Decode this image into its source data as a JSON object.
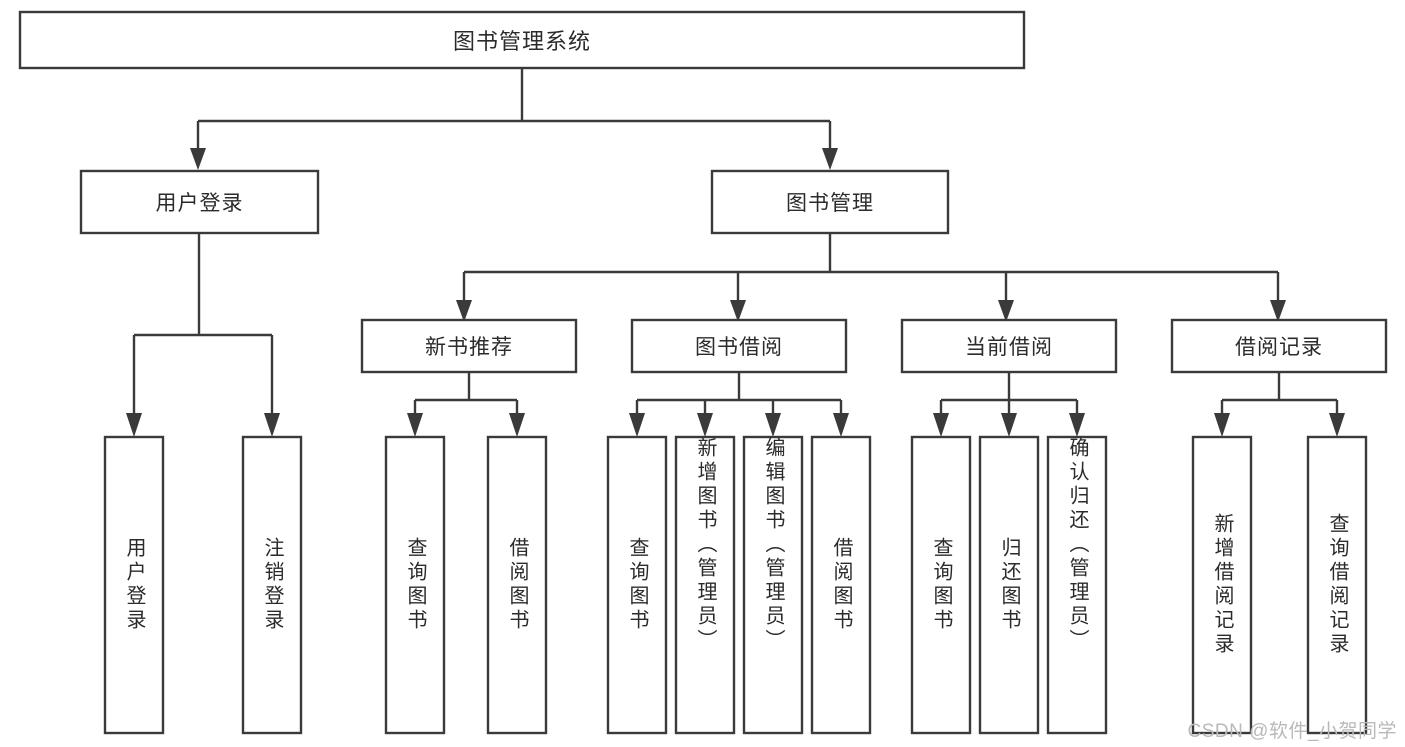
{
  "chart_data": {
    "type": "diagram",
    "diagram_kind": "tree",
    "title": "图书管理系统",
    "orientation": "top-down",
    "levels": 4
  },
  "diagram": {
    "root": {
      "id": "root",
      "label": "图书管理系统",
      "orientation": "horizontal"
    },
    "level2": [
      {
        "id": "user-login",
        "label": "用户登录",
        "orientation": "horizontal"
      },
      {
        "id": "book-manage",
        "label": "图书管理",
        "orientation": "horizontal"
      }
    ],
    "level3": [
      {
        "id": "new-book-rec",
        "label": "新书推荐",
        "orientation": "horizontal"
      },
      {
        "id": "book-borrow",
        "label": "图书借阅",
        "orientation": "horizontal"
      },
      {
        "id": "current-borrow",
        "label": "当前借阅",
        "orientation": "horizontal"
      },
      {
        "id": "borrow-record",
        "label": "借阅记录",
        "orientation": "horizontal"
      }
    ],
    "leaves": {
      "user_login": [
        {
          "id": "leaf-user-login",
          "label": "用户登录",
          "orientation": "vertical"
        },
        {
          "id": "leaf-logout",
          "label": "注销登录",
          "orientation": "vertical"
        }
      ],
      "new_book_rec": [
        {
          "id": "leaf-query-book-1",
          "label": "查询图书",
          "orientation": "vertical"
        },
        {
          "id": "leaf-borrow-book-1",
          "label": "借阅图书",
          "orientation": "vertical"
        }
      ],
      "book_borrow": [
        {
          "id": "leaf-query-book-2",
          "label": "查询图书",
          "orientation": "vertical"
        },
        {
          "id": "leaf-add-book",
          "label": "新增图书（管理员）",
          "orientation": "vertical"
        },
        {
          "id": "leaf-edit-book",
          "label": "编辑图书（管理员）",
          "orientation": "vertical"
        },
        {
          "id": "leaf-borrow-book-2",
          "label": "借阅图书",
          "orientation": "vertical"
        }
      ],
      "current_borrow": [
        {
          "id": "leaf-query-book-3",
          "label": "查询图书",
          "orientation": "vertical"
        },
        {
          "id": "leaf-return-book",
          "label": "归还图书",
          "orientation": "vertical"
        },
        {
          "id": "leaf-confirm-return",
          "label": "确认归还（管理员）",
          "orientation": "vertical"
        }
      ],
      "borrow_record": [
        {
          "id": "leaf-add-record",
          "label": "新增借阅记录",
          "orientation": "vertical"
        },
        {
          "id": "leaf-query-record",
          "label": "查询借阅记录",
          "orientation": "vertical"
        }
      ]
    }
  },
  "watermark": {
    "text": "CSDN @软件_小贺同学"
  },
  "colors": {
    "stroke": "#3a3a3a",
    "fill": "#ffffff",
    "text": "#2b2b2b",
    "watermark": "#b9b9b9",
    "background": "#ffffff"
  }
}
